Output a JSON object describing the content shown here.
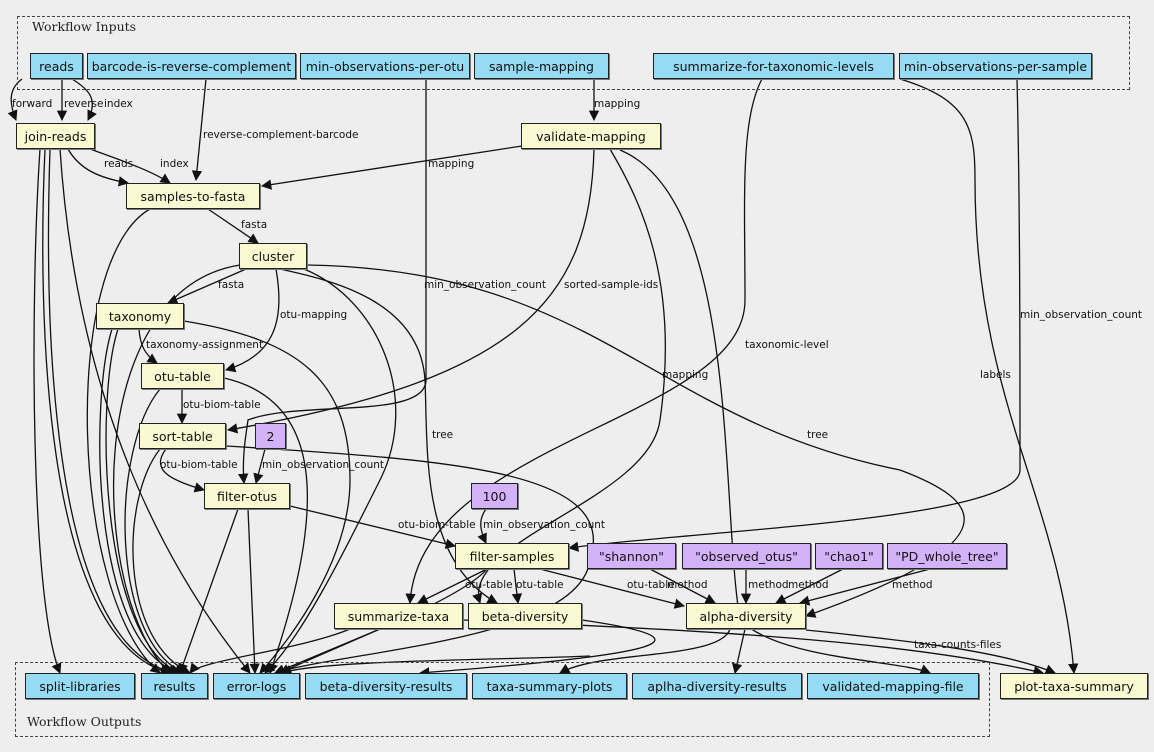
{
  "clusters": {
    "inputs_label": "Workflow Inputs",
    "outputs_label": "Workflow Outputs"
  },
  "colors": {
    "io_node": "#94dbf3",
    "step_node": "#fafad2",
    "param_node": "#d4b2fa",
    "background": "#eeeeee"
  },
  "inputs": [
    {
      "id": "reads",
      "label": "reads"
    },
    {
      "id": "barcode",
      "label": "barcode-is-reverse-complement"
    },
    {
      "id": "minobsotu",
      "label": "min-observations-per-otu"
    },
    {
      "id": "samplemap",
      "label": "sample-mapping"
    },
    {
      "id": "sumtax",
      "label": "summarize-for-taxonomic-levels"
    },
    {
      "id": "minobssample",
      "label": "min-observations-per-sample"
    }
  ],
  "steps": [
    {
      "id": "joinreads",
      "label": "join-reads"
    },
    {
      "id": "validate",
      "label": "validate-mapping"
    },
    {
      "id": "s2f",
      "label": "samples-to-fasta"
    },
    {
      "id": "cluster",
      "label": "cluster"
    },
    {
      "id": "taxonomy",
      "label": "taxonomy"
    },
    {
      "id": "otutable",
      "label": "otu-table"
    },
    {
      "id": "sorttable",
      "label": "sort-table"
    },
    {
      "id": "filterotus",
      "label": "filter-otus"
    },
    {
      "id": "filtersamples",
      "label": "filter-samples"
    },
    {
      "id": "sumtaxa",
      "label": "summarize-taxa"
    },
    {
      "id": "beta",
      "label": "beta-diversity"
    },
    {
      "id": "alpha",
      "label": "alpha-diversity"
    },
    {
      "id": "plottaxa",
      "label": "plot-taxa-summary"
    }
  ],
  "params": [
    {
      "id": "p2",
      "label": "2"
    },
    {
      "id": "p100",
      "label": "100"
    },
    {
      "id": "shannon",
      "label": "\"shannon\""
    },
    {
      "id": "observed",
      "label": "\"observed_otus\""
    },
    {
      "id": "chao1",
      "label": "\"chao1\""
    },
    {
      "id": "pdtree",
      "label": "\"PD_whole_tree\""
    }
  ],
  "outputs": [
    {
      "id": "splitlib",
      "label": "split-libraries"
    },
    {
      "id": "results",
      "label": "results"
    },
    {
      "id": "errorlogs",
      "label": "error-logs"
    },
    {
      "id": "betares",
      "label": "beta-diversity-results"
    },
    {
      "id": "taxaplots",
      "label": "taxa-summary-plots"
    },
    {
      "id": "alphares",
      "label": "aplha-diversity-results"
    },
    {
      "id": "valmap",
      "label": "validated-mapping-file"
    }
  ],
  "edges": [
    {
      "from": "reads",
      "to": "joinreads",
      "label": "forward"
    },
    {
      "from": "reads",
      "to": "joinreads",
      "label": "reverse"
    },
    {
      "from": "reads",
      "to": "joinreads",
      "label": "index"
    },
    {
      "from": "barcode",
      "to": "s2f",
      "label": "reverse-complement-barcode"
    },
    {
      "from": "samplemap",
      "to": "validate",
      "label": "mapping"
    },
    {
      "from": "joinreads",
      "to": "s2f",
      "label": "reads"
    },
    {
      "from": "joinreads",
      "to": "s2f",
      "label": "index"
    },
    {
      "from": "validate",
      "to": "s2f",
      "label": "mapping"
    },
    {
      "from": "s2f",
      "to": "cluster",
      "label": "fasta"
    },
    {
      "from": "cluster",
      "to": "taxonomy",
      "label": "fasta"
    },
    {
      "from": "cluster",
      "to": "otutable",
      "label": "otu-mapping"
    },
    {
      "from": "taxonomy",
      "to": "otutable",
      "label": "taxonomy-assignment"
    },
    {
      "from": "otutable",
      "to": "sorttable",
      "label": "otu-biom-table"
    },
    {
      "from": "validate",
      "to": "sorttable",
      "label": "sorted-sample-ids"
    },
    {
      "from": "minobsotu",
      "to": "filterotus",
      "label": "min_observation_count"
    },
    {
      "from": "sorttable",
      "to": "filterotus",
      "label": "otu-biom-table"
    },
    {
      "from": "p2",
      "to": "filterotus",
      "label": "min_observation_count"
    },
    {
      "from": "filterotus",
      "to": "filtersamples",
      "label": "otu-biom-table"
    },
    {
      "from": "p100",
      "to": "filtersamples",
      "label": "min_observation_count"
    },
    {
      "from": "minobssample",
      "to": "filtersamples",
      "label": "min_observation_count"
    },
    {
      "from": "filtersamples",
      "to": "sumtaxa",
      "label": "otu-table"
    },
    {
      "from": "filtersamples",
      "to": "beta",
      "label": "otu-table"
    },
    {
      "from": "filtersamples",
      "to": "alpha",
      "label": "otu-table"
    },
    {
      "from": "validate",
      "to": "beta",
      "label": "mapping"
    },
    {
      "from": "cluster",
      "to": "beta",
      "label": "tree"
    },
    {
      "from": "sumtax",
      "to": "sumtaxa",
      "label": "taxonomic-level"
    },
    {
      "from": "cluster",
      "to": "alpha",
      "label": "tree"
    },
    {
      "from": "shannon",
      "to": "alpha",
      "label": "method"
    },
    {
      "from": "observed",
      "to": "alpha",
      "label": "method"
    },
    {
      "from": "chao1",
      "to": "alpha",
      "label": "method"
    },
    {
      "from": "pdtree",
      "to": "alpha",
      "label": "method"
    },
    {
      "from": "sumtax",
      "to": "plottaxa",
      "label": "labels"
    },
    {
      "from": "sumtaxa",
      "to": "plottaxa",
      "label": "taxa-counts-files"
    }
  ]
}
